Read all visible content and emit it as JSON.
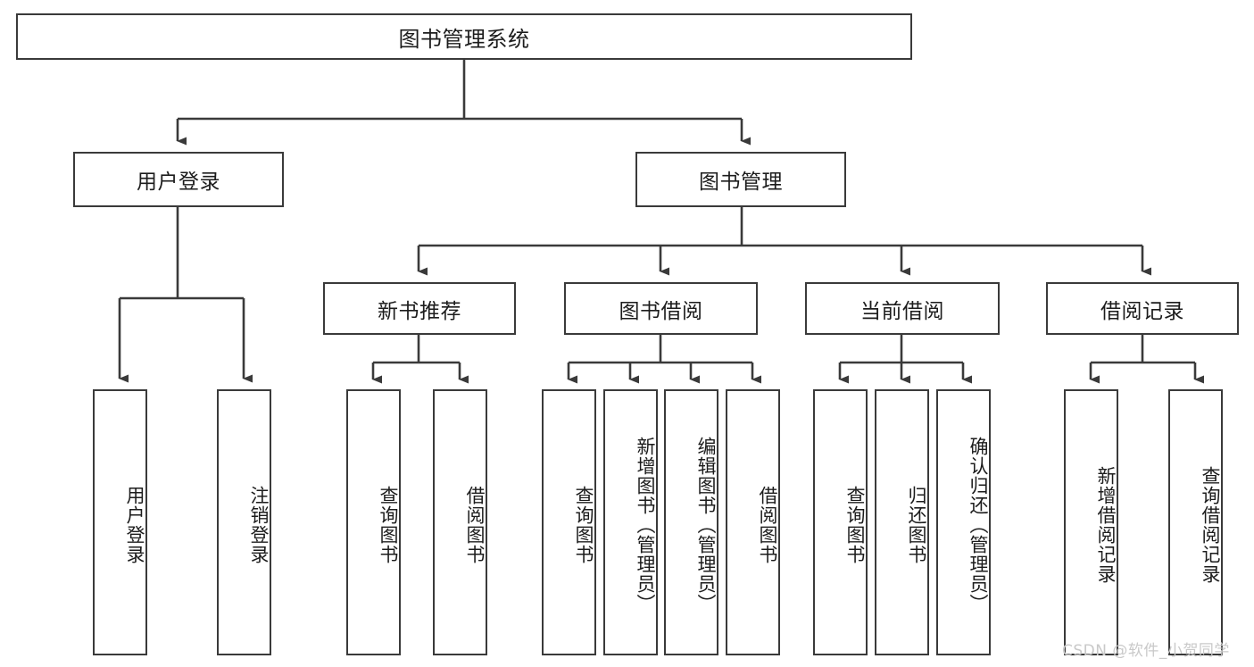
{
  "diagram": {
    "type": "tree-hierarchy",
    "title": "图书管理系统",
    "watermark": "CSDN @软件_小贺同学",
    "colors": {
      "box_border": "#3a3a3a",
      "box_fill": "#ffffff",
      "edge": "#3a3a3a",
      "text": "#1c1c1c",
      "watermark": "#c9c9c9",
      "background": "#ffffff"
    },
    "root": {
      "label": "图书管理系统"
    },
    "level2": [
      {
        "label": "用户登录"
      },
      {
        "label": "图书管理"
      }
    ],
    "level3": [
      {
        "label": "新书推荐"
      },
      {
        "label": "图书借阅"
      },
      {
        "label": "当前借阅"
      },
      {
        "label": "借阅记录"
      }
    ],
    "leaves": {
      "user_login": [
        {
          "label": "用户登录"
        },
        {
          "label": "注销登录"
        }
      ],
      "new_book_recommend": [
        {
          "label": "查询图书"
        },
        {
          "label": "借阅图书"
        }
      ],
      "book_borrow": [
        {
          "label": "查询图书"
        },
        {
          "label": "新增图书（管理员）"
        },
        {
          "label": "编辑图书（管理员）"
        },
        {
          "label": "借阅图书"
        }
      ],
      "current_borrow": [
        {
          "label": "查询图书"
        },
        {
          "label": "归还图书"
        },
        {
          "label": "确认归还（管理员）"
        }
      ],
      "borrow_record": [
        {
          "label": "新增借阅记录"
        },
        {
          "label": "查询借阅记录"
        }
      ]
    }
  }
}
